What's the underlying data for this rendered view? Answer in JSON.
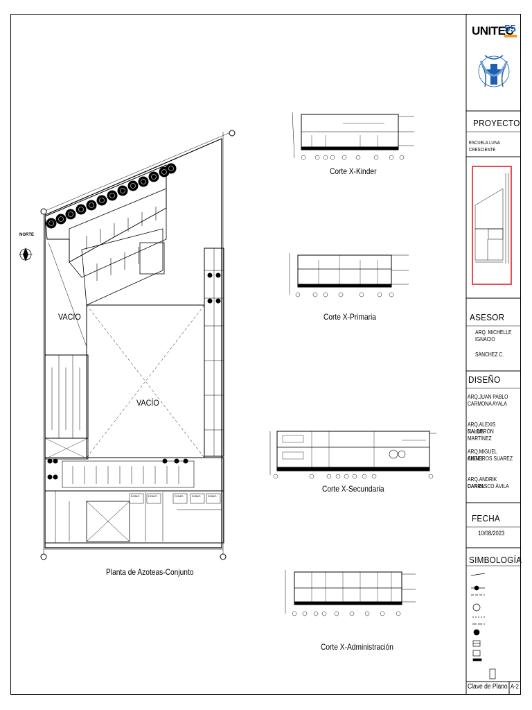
{
  "plan": {
    "title": "Planta de Azoteas-Conjunto",
    "north_label": "NORTE",
    "void_label_1": "VACIO",
    "void_label_2": "VACÍO",
    "domo_label": "DOMO"
  },
  "sections": [
    {
      "title": "Corte X-Kinder"
    },
    {
      "title": "Corte X-Primaria"
    },
    {
      "title": "Corte X-Secundaria"
    },
    {
      "title": "Corte X-Administración"
    }
  ],
  "title_block": {
    "logo_text": "UNITEC",
    "logo_number": "55",
    "proyecto_heading": "PROYECTO",
    "project_name": "ESCUELA LUNA CRESCIENTE",
    "asesor_heading": "ASESOR",
    "asesor_lines": [
      "ARQ. MICHELLE",
      "IGNACIO",
      "SÁNCHEZ C."
    ],
    "diseno_heading": "DISEÑO",
    "designers": [
      [
        "ARQ.JUAN PABLO",
        "CARMONA AYALA"
      ],
      [
        "ARQ.ALEXIS NAHUN",
        "CALDERÓN MARTÍNEZ"
      ],
      [
        "ARQ.MIGUEL ANGEL",
        "CISNEROS SUAREZ"
      ],
      [
        "ARQ.ANDRIK DANIEL",
        "CARRASCO ÁVILA"
      ]
    ],
    "fecha_heading": "FECHA",
    "date": "10/08/2023",
    "simbologia_heading": "SIMBOLOGÍA",
    "clave_label": "Clave de Plano",
    "sheet_number": "A-2"
  },
  "colors": {
    "line": "#000000",
    "location_frame": "#e0101a",
    "logo_blue": "#1f5fb0",
    "logo_orange": "#f39a1e"
  }
}
